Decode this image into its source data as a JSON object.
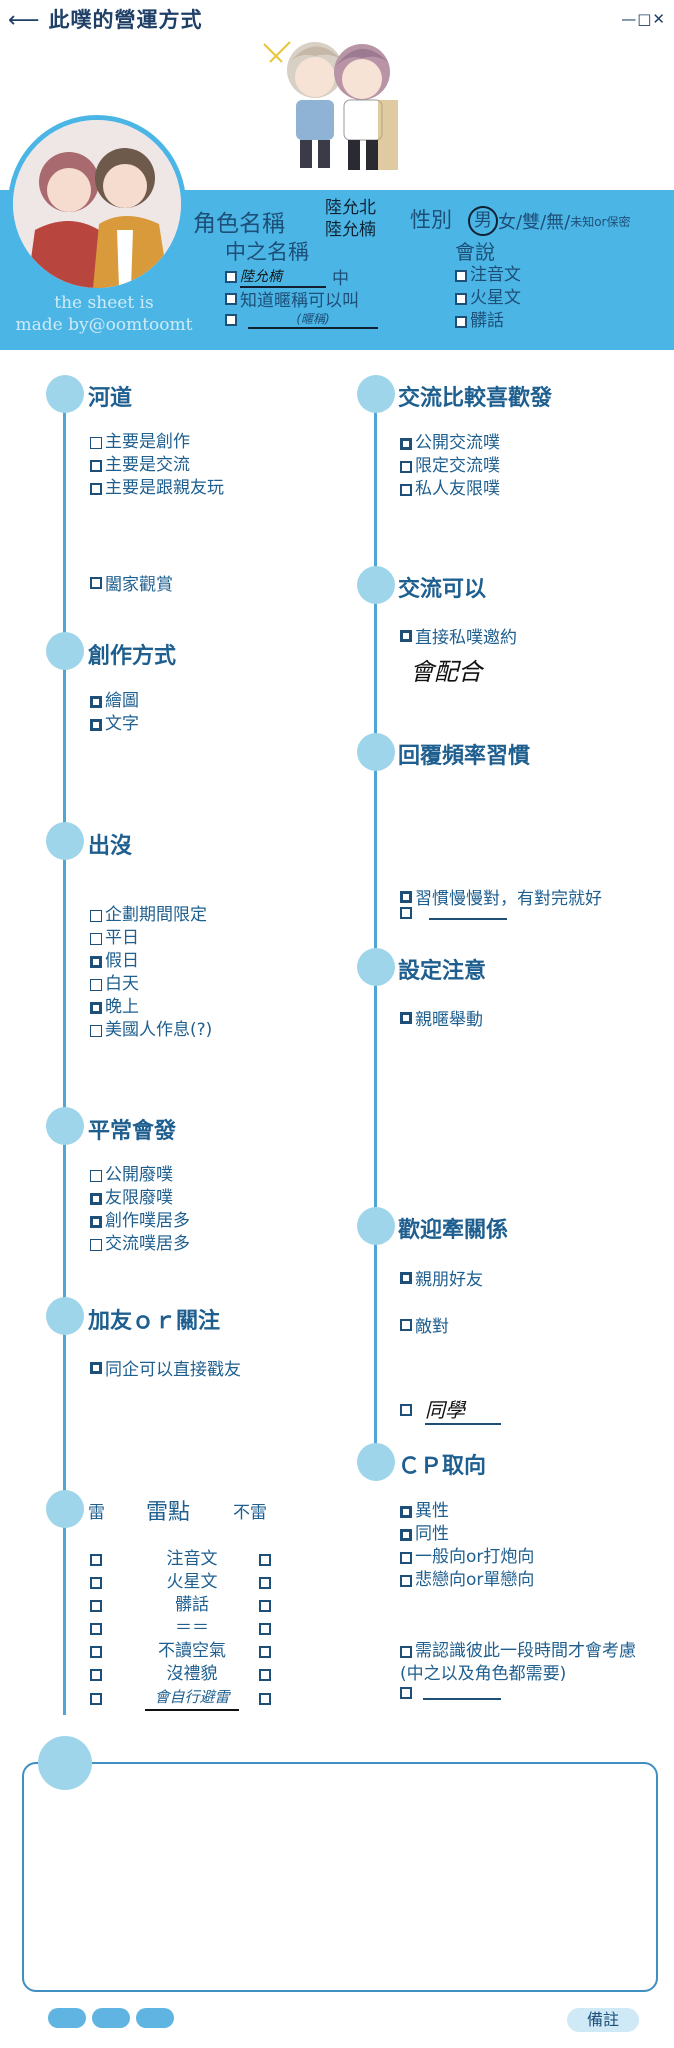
{
  "header": {
    "title": "此噗的營運方式",
    "window_controls": "—□✕"
  },
  "profile": {
    "credit": [
      "the sheet is",
      "made by@oomtoomt"
    ],
    "name_label": "角色名稱",
    "names": [
      "陸允北",
      "陸允楠"
    ],
    "gender_label": "性別",
    "gender_selected": "男",
    "gender_rest": "女/雙/無/",
    "gender_small": "未知or保密",
    "nick_label": "中之名稱",
    "nick_written": "陸允楠",
    "nick_suffix": "中",
    "nick_opt2": "知道暱稱可以叫",
    "nick_blank_hint": "(暱稱)",
    "speak_label": "會說",
    "speak_items": [
      "注音文",
      "火星文",
      "髒話"
    ]
  },
  "left_sections": {
    "river": {
      "title": "河道",
      "items": [
        "主要是創作",
        "主要是交流",
        "主要是跟親友玩"
      ],
      "extra": "闔家觀賞"
    },
    "create": {
      "title": "創作方式",
      "items": [
        "繪圖",
        "文字"
      ]
    },
    "appear": {
      "title": "出沒",
      "items": [
        "企劃期間限定",
        "平日",
        "假日",
        "白天",
        "晚上",
        "美國人作息(?)"
      ]
    },
    "usual": {
      "title": "平常會發",
      "items": [
        "公開廢噗",
        "友限廢噗",
        "創作噗居多",
        "交流噗居多"
      ]
    },
    "friend": {
      "title": "加友ｏｒ關注",
      "items": [
        "同企可以直接戳友"
      ]
    },
    "mine": {
      "title": "雷點",
      "left_head": "雷",
      "right_head": "不雷",
      "items": [
        "注音文",
        "火星文",
        "髒話",
        "＝＝",
        "不讀空氣",
        "沒禮貌"
      ],
      "handwritten": "會自行避雷"
    }
  },
  "right_sections": {
    "prefer": {
      "title": "交流比較喜歡發",
      "items": [
        "公開交流噗",
        "限定交流噗",
        "私人友限噗"
      ]
    },
    "can": {
      "title": "交流可以",
      "items": [
        "直接私噗邀約"
      ],
      "handwritten": "會配合"
    },
    "reply": {
      "title": "回覆頻率習慣",
      "items": [
        "習慣慢慢對，有對完就好"
      ]
    },
    "notice": {
      "title": "設定注意",
      "items": [
        "親暱舉動"
      ]
    },
    "relation": {
      "title": "歡迎牽關係",
      "items": [
        "親朋好友",
        "敵對"
      ],
      "handwritten": "同學"
    },
    "cp": {
      "title": "ＣＰ取向",
      "items": [
        "異性",
        "同性",
        "一般向or打炮向",
        "悲戀向or單戀向"
      ],
      "extra_line1": "需認識彼此一段時間才會考慮",
      "extra_line2": "(中之以及角色都需要)"
    }
  },
  "footer": {
    "remark": "備註"
  },
  "colors": {
    "accent": "#4bb6e6",
    "dot": "#9ed5ea",
    "text": "#1e5f8f"
  }
}
